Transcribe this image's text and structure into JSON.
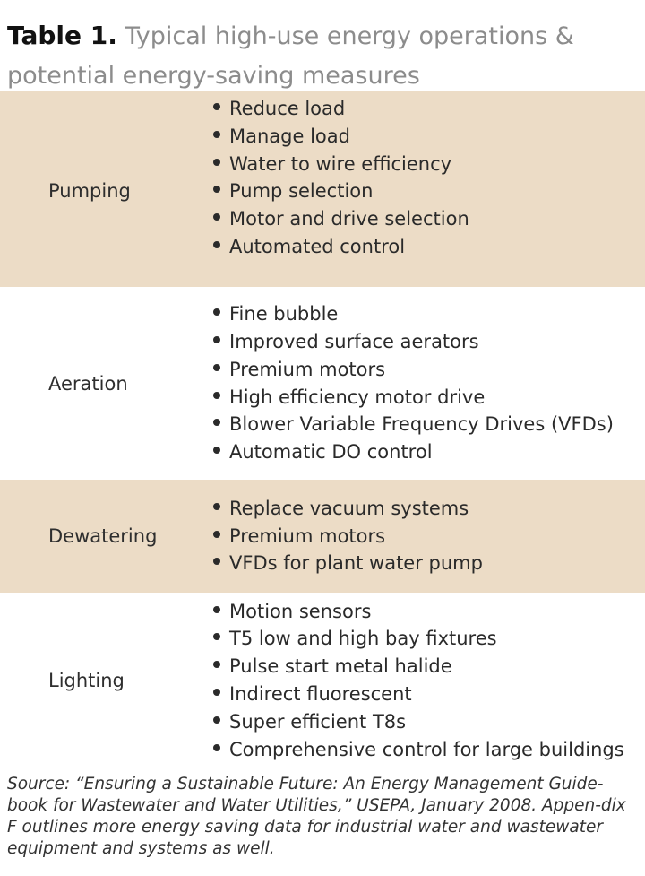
{
  "title": {
    "label": "Table 1.",
    "text": "Typical high-use energy operations & potential energy-saving measures"
  },
  "rows": [
    {
      "category": "Pumping",
      "measures": [
        "Reduce load",
        "Manage load",
        "Water to wire efficiency",
        "Pump selection",
        "Motor and drive selection",
        "Automated control"
      ]
    },
    {
      "category": "Aeration",
      "measures": [
        "Fine bubble",
        "Improved surface aerators",
        "Premium motors",
        "High efficiency motor drive",
        "Blower Variable Frequency Drives (VFDs)",
        "Automatic DO control"
      ]
    },
    {
      "category": "Dewatering",
      "measures": [
        "Replace vacuum systems",
        "Premium motors",
        "VFDs for plant water pump"
      ]
    },
    {
      "category": "Lighting",
      "measures": [
        "Motion sensors",
        "T5 low and high bay fixtures",
        "Pulse start metal halide",
        "Indirect fluorescent",
        "Super efficient T8s",
        "Comprehensive control for large buildings"
      ]
    }
  ],
  "source": "Source: “Ensuring a Sustainable Future: An Energy Management Guide-book for Wastewater and Water Utilities,” USEPA, January 2008. Appen-dix F outlines more energy saving data for industrial water and wastewater equipment and systems as well.",
  "colors": {
    "shaded_row": "#ecdcc6",
    "plain_row": "#ffffff",
    "title_text": "#8c8c8c"
  }
}
